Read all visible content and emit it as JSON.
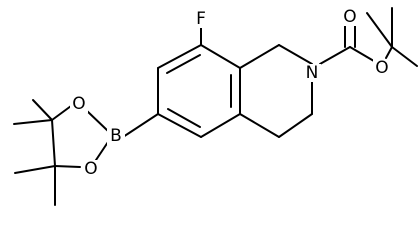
{
  "atoms": {
    "fluorine": "F",
    "ring_nitrogen": "N",
    "carbonyl_oxygen": "O",
    "ester_oxygen": "O",
    "boron": "B",
    "boronate_oxygen_top": "O",
    "boronate_oxygen_bottom": "O"
  }
}
